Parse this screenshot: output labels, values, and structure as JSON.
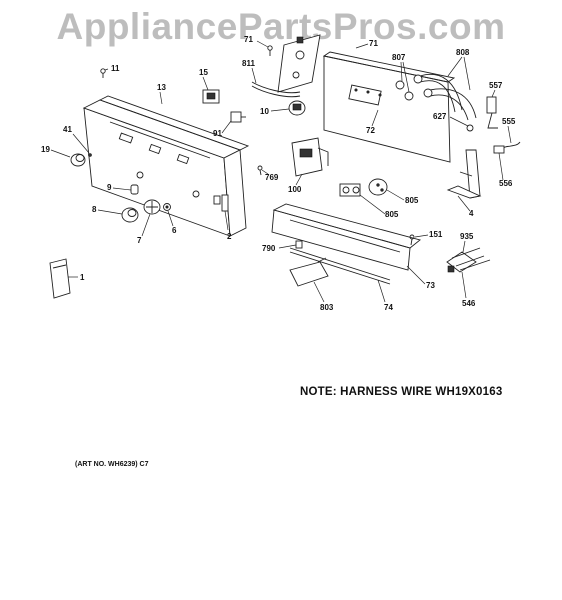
{
  "watermark": "AppliancePartsPros.com",
  "note": "NOTE: HARNESS WIRE WH19X0163",
  "art_number": "(ART NO. WH6239) C7",
  "callouts": {
    "c11": "11",
    "c13": "13",
    "c41": "41",
    "c19": "19",
    "c15": "15",
    "c91": "91",
    "c9": "9",
    "c8": "8",
    "c7": "7",
    "c6": "6",
    "c2": "2",
    "c1": "1",
    "c71": "71",
    "c811": "811",
    "c10": "10",
    "c769": "769",
    "c100": "100",
    "c72": "72",
    "c807": "807",
    "c808": "808",
    "c627": "627",
    "c557": "557",
    "c555": "555",
    "c556": "556",
    "c805a": "805",
    "c805b": "805",
    "c4": "4",
    "c790": "790",
    "c151": "151",
    "c935": "935",
    "c803": "803",
    "c74": "74",
    "c73": "73",
    "c546": "546"
  }
}
